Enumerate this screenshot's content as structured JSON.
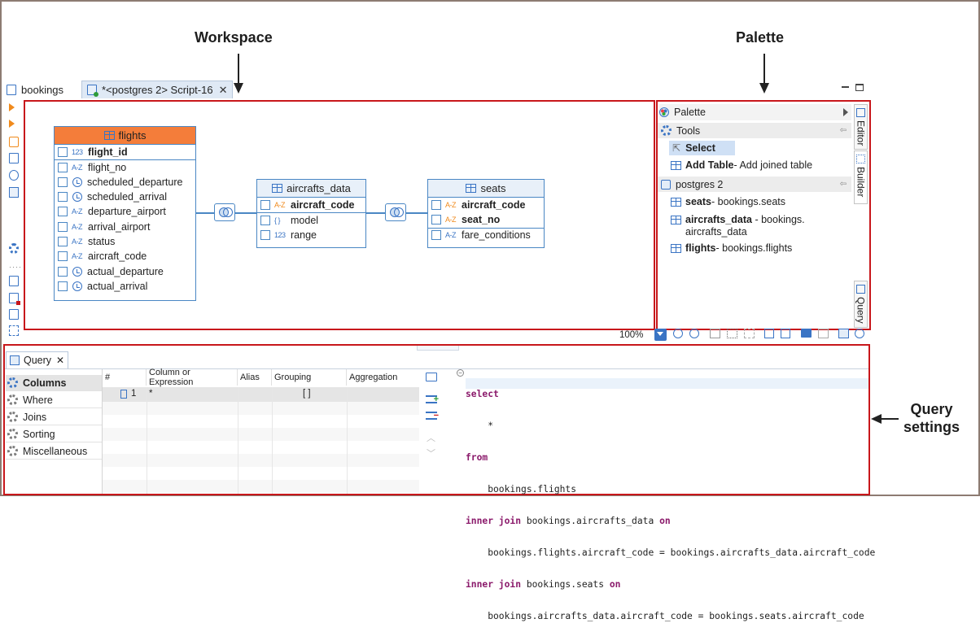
{
  "annotations": {
    "workspace": "Workspace",
    "palette": "Palette",
    "query_settings_1": "Query",
    "query_settings_2": "settings"
  },
  "tabs": [
    {
      "label": "bookings"
    },
    {
      "label": "*<postgres 2> Script-16"
    }
  ],
  "diagram": {
    "flights": {
      "title": "flights",
      "columns": [
        {
          "type": "123",
          "name": "flight_id",
          "key": true
        },
        {
          "type": "A-Z",
          "name": "flight_no"
        },
        {
          "type": "clock",
          "name": "scheduled_departure"
        },
        {
          "type": "clock",
          "name": "scheduled_arrival"
        },
        {
          "type": "A-Z",
          "name": "departure_airport"
        },
        {
          "type": "A-Z",
          "name": "arrival_airport"
        },
        {
          "type": "A-Z",
          "name": "status"
        },
        {
          "type": "A-Z",
          "name": "aircraft_code"
        },
        {
          "type": "clock",
          "name": "actual_departure"
        },
        {
          "type": "clock",
          "name": "actual_arrival"
        }
      ]
    },
    "aircrafts_data": {
      "title": "aircrafts_data",
      "columns": [
        {
          "type": "A-Z",
          "name": "aircraft_code",
          "key": true
        },
        {
          "type": "{ }",
          "name": "model"
        },
        {
          "type": "123",
          "name": "range"
        }
      ]
    },
    "seats": {
      "title": "seats",
      "columns": [
        {
          "type": "A-Z",
          "name": "aircraft_code",
          "key": true
        },
        {
          "type": "A-Z",
          "name": "seat_no",
          "key": true
        },
        {
          "type": "A-Z",
          "name": "fare_conditions"
        }
      ]
    }
  },
  "palette": {
    "title": "Palette",
    "tools_label": "Tools",
    "select_label": "Select",
    "add_table_label": "Add Table",
    "add_table_desc": " - Add joined table",
    "connection_label": "postgres 2",
    "tables": [
      {
        "name": "seats",
        "desc": " - bookings.seats"
      },
      {
        "name": "aircrafts_data",
        "desc": " - bookings.",
        "desc2": "aircrafts_data"
      },
      {
        "name": "flights",
        "desc": " - bookings.flights"
      }
    ],
    "vtabs": {
      "editor": "Editor",
      "builder": "Builder",
      "query": "Query"
    }
  },
  "zoom": "100%",
  "query_panel": {
    "tab_label": "Query",
    "nav": [
      "Columns",
      "Where",
      "Joins",
      "Sorting",
      "Miscellaneous"
    ],
    "grid_headers": [
      "#",
      "Column or Expression",
      "Alias",
      "Grouping",
      "Aggregation"
    ],
    "grid_row": {
      "num": "1",
      "expr": "*",
      "alias": "",
      "grouping": "[ ]",
      "aggregation": ""
    }
  },
  "sql_lines": [
    {
      "kw": "select",
      "text": ""
    },
    {
      "kw": "",
      "text": "    *"
    },
    {
      "kw": "from",
      "text": ""
    },
    {
      "kw": "",
      "text": "    bookings.flights"
    },
    {
      "kw": "inner join",
      "text": " bookings.aircrafts_data ",
      "kw2": "on"
    },
    {
      "kw": "",
      "text": "    bookings.flights.aircraft_code = bookings.aircrafts_data.aircraft_code"
    },
    {
      "kw": "inner join",
      "text": " bookings.seats ",
      "kw2": "on"
    },
    {
      "kw": "",
      "text": "    bookings.aircrafts_data.aircraft_code = bookings.seats.aircraft_code"
    }
  ]
}
